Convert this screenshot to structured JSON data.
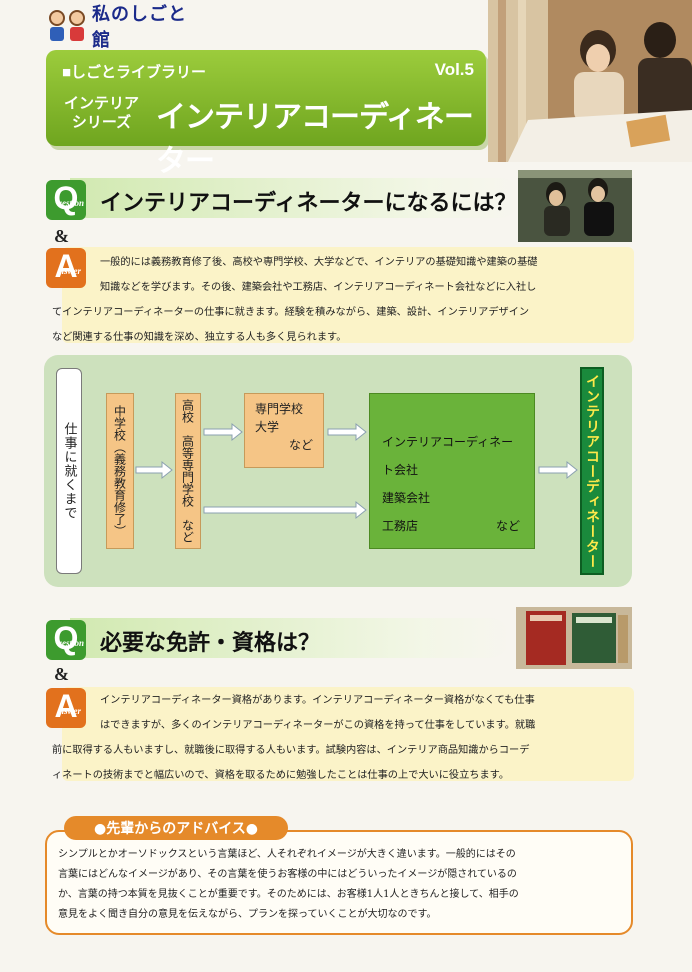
{
  "header": {
    "logo_text": "私のしごと館",
    "library_label": "■しごとライブラリー",
    "volume": "Vol.5",
    "series_line1": "インテリア",
    "series_line2": "シリーズ",
    "job_title": "インテリアコーディネーター"
  },
  "qa1": {
    "q_mark": "Q",
    "q_sub": "uestion",
    "amp": "&",
    "a_mark": "A",
    "a_sub": "nswer",
    "question": "インテリアコーディネーターになるには？",
    "answer_lines": [
      "一般的には義務教育修了後、高校や専門学校、大学などで、インテリアの基礎知識や建築の基礎",
      "知識などを学びます。その後、建築会社や工務店、インテリアコーディネート会社などに入社し",
      "てインテリアコーディネーターの仕事に就きます。経験を積みながら、建築、設計、インテリアデザイン",
      "など関連する仕事の知識を深め、独立する人も多く見られます。"
    ]
  },
  "flow": {
    "start": "仕事に就くまで",
    "junior_high": "中学校（義務教育修了）",
    "high_school": "高校　高等専門学校　など",
    "college_line1": "専門学校",
    "college_line2": "大学",
    "college_line3": "など",
    "company_line1": "インテリアコーディネート会社",
    "company_line2": "建築会社",
    "company_line3": "工務店",
    "company_line4": "など",
    "result": "インテリアコーディネーター"
  },
  "qa2": {
    "q_mark": "Q",
    "q_sub": "uestion",
    "amp": "&",
    "a_mark": "A",
    "a_sub": "nswer",
    "question": "必要な免許・資格は？",
    "answer_lines": [
      "インテリアコーディネーター資格があります。インテリアコーディネーター資格がなくても仕事",
      "はできますが、多くのインテリアコーディネーターがこの資格を持って仕事をしています。就職",
      "前に取得する人もいますし、就職後に取得する人もいます。試験内容は、インテリア商品知識からコーデ",
      "ィネートの技術までと幅広いので、資格を取るために勉強したことは仕事の上で大いに役立ちます。"
    ]
  },
  "advice": {
    "title": "●先輩からのアドバイス●",
    "lines": [
      "シンプルとかオーソドックスという言葉ほど、人それぞれイメージが大きく違います。一般的にはその",
      "言葉にはどんなイメージがあり、その言葉を使うお客様の中にはどういったイメージが隠されているの",
      "か、言葉の持つ本質を見抜くことが重要です。そのためには、お客様1人1人ときちんと接して、相手の",
      "意見をよく聞き自分の意見を伝えながら、プランを探っていくことが大切なのです。"
    ]
  }
}
